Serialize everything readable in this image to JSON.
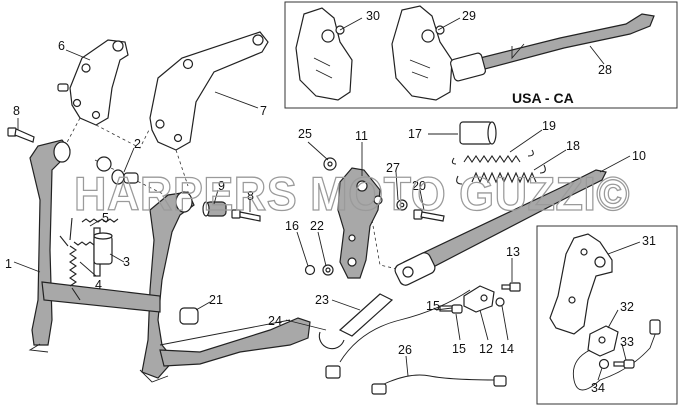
{
  "watermark": "HARPERS MOTO GUZZI©",
  "region_label": "USA - CA",
  "callouts": {
    "c1": "1",
    "c2": "2",
    "c3": "3",
    "c4": "4",
    "c5": "5",
    "c6": "6",
    "c7": "7",
    "c8a": "8",
    "c8b": "8",
    "c9": "9",
    "c10": "10",
    "c11": "11",
    "c12": "12",
    "c13": "13",
    "c14": "14",
    "c15a": "15",
    "c15b": "15",
    "c16": "16",
    "c17": "17",
    "c18": "18",
    "c19": "19",
    "c20": "20",
    "c21": "21",
    "c22": "22",
    "c23": "23",
    "c24": "24",
    "c25": "25",
    "c26": "26",
    "c27": "27",
    "c28": "28",
    "c29": "29",
    "c30": "30",
    "c31": "31",
    "c32": "32",
    "c33": "33",
    "c34": "34"
  }
}
